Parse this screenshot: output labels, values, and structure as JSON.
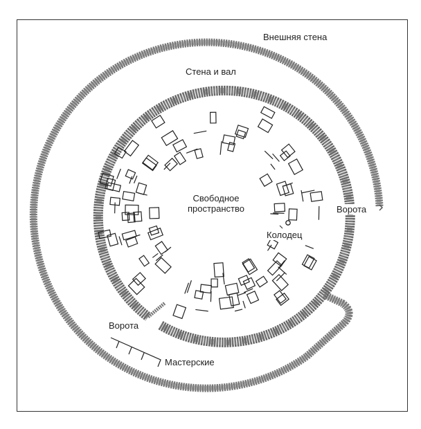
{
  "labels": {
    "outer_wall": "Внешняя стена",
    "inner_wall": "Стена и вал",
    "open_space_line1": "Свободное",
    "open_space_line2": "пространство",
    "gate_east": "Ворота",
    "well": "Колодец",
    "gate_southwest": "Ворота",
    "workshops": "Мастерские"
  },
  "colors": {
    "wall": "#6f6f6f",
    "line": "#222222",
    "frame": "#333333"
  }
}
